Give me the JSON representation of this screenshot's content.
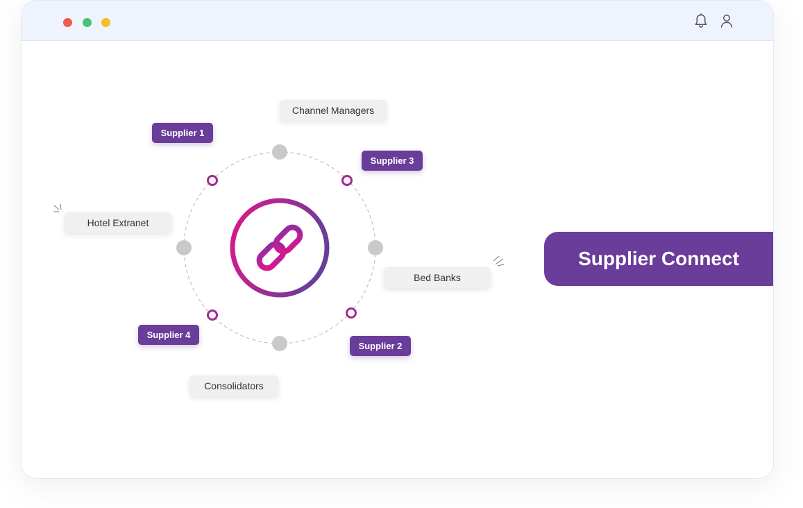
{
  "window": {
    "traffic_lights": [
      "#ef5b4e",
      "#43c47a",
      "#f4bd2a"
    ],
    "toolbar_icons": [
      "bell-icon",
      "user-icon"
    ]
  },
  "diagram": {
    "center_icon": "link-icon",
    "nodes": {
      "channel_managers": "Channel Managers",
      "hotel_extranet": "Hotel Extranet",
      "bed_banks": "Bed Banks",
      "consolidators": "Consolidators"
    },
    "suppliers": {
      "s1": "Supplier 1",
      "s2": "Supplier 2",
      "s3": "Supplier 3",
      "s4": "Supplier 4"
    }
  },
  "banner": {
    "label": "Supplier Connect"
  },
  "colors": {
    "purple": "#6a3d9a",
    "magenta": "#e0168a",
    "ring_dot": "#c9c9c9",
    "supplier_ring": "#a12a93",
    "titlebar": "#eff3fe"
  }
}
